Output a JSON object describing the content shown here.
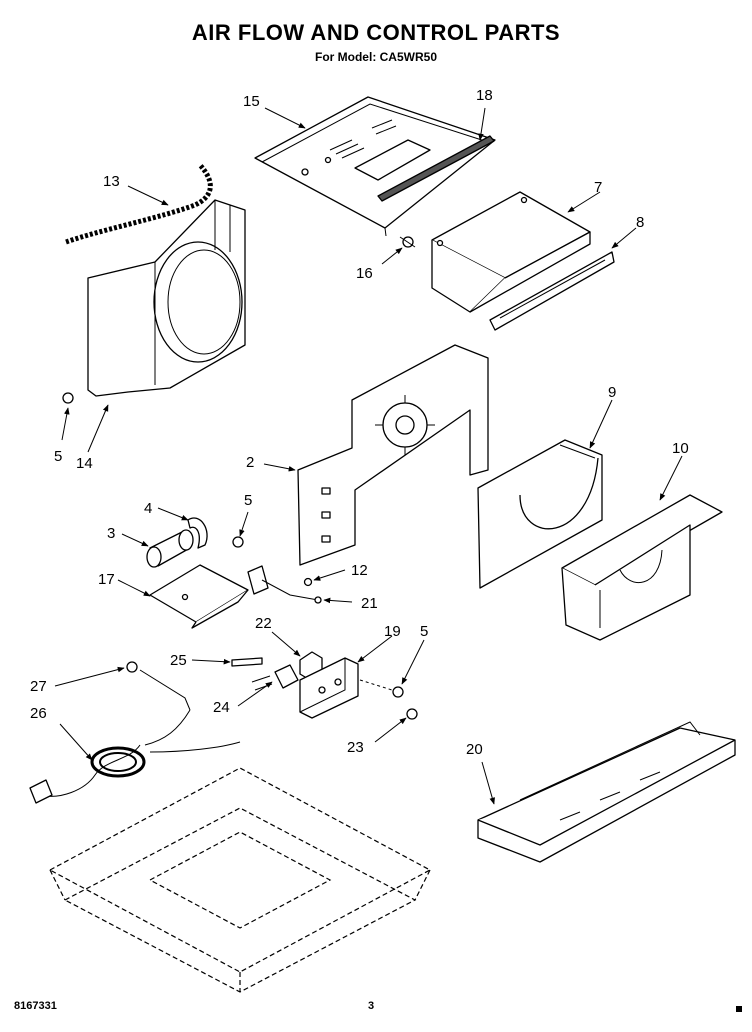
{
  "header": {
    "title": "AIR FLOW AND CONTROL PARTS",
    "subtitle": "For Model: CA5WR50"
  },
  "footer": {
    "doc_number": "8167331",
    "page_number": "3"
  },
  "callouts": {
    "c15": "15",
    "c18": "18",
    "c13": "13",
    "c7": "7",
    "c8": "8",
    "c16": "16",
    "c5a": "5",
    "c14": "14",
    "c9": "9",
    "c10": "10",
    "c2": "2",
    "c4": "4",
    "c5b": "5",
    "c3": "3",
    "c17": "17",
    "c12": "12",
    "c21": "21",
    "c22": "22",
    "c19": "19",
    "c5c": "5",
    "c25": "25",
    "c27": "27",
    "c24": "24",
    "c26": "26",
    "c23": "23",
    "c20": "20"
  }
}
